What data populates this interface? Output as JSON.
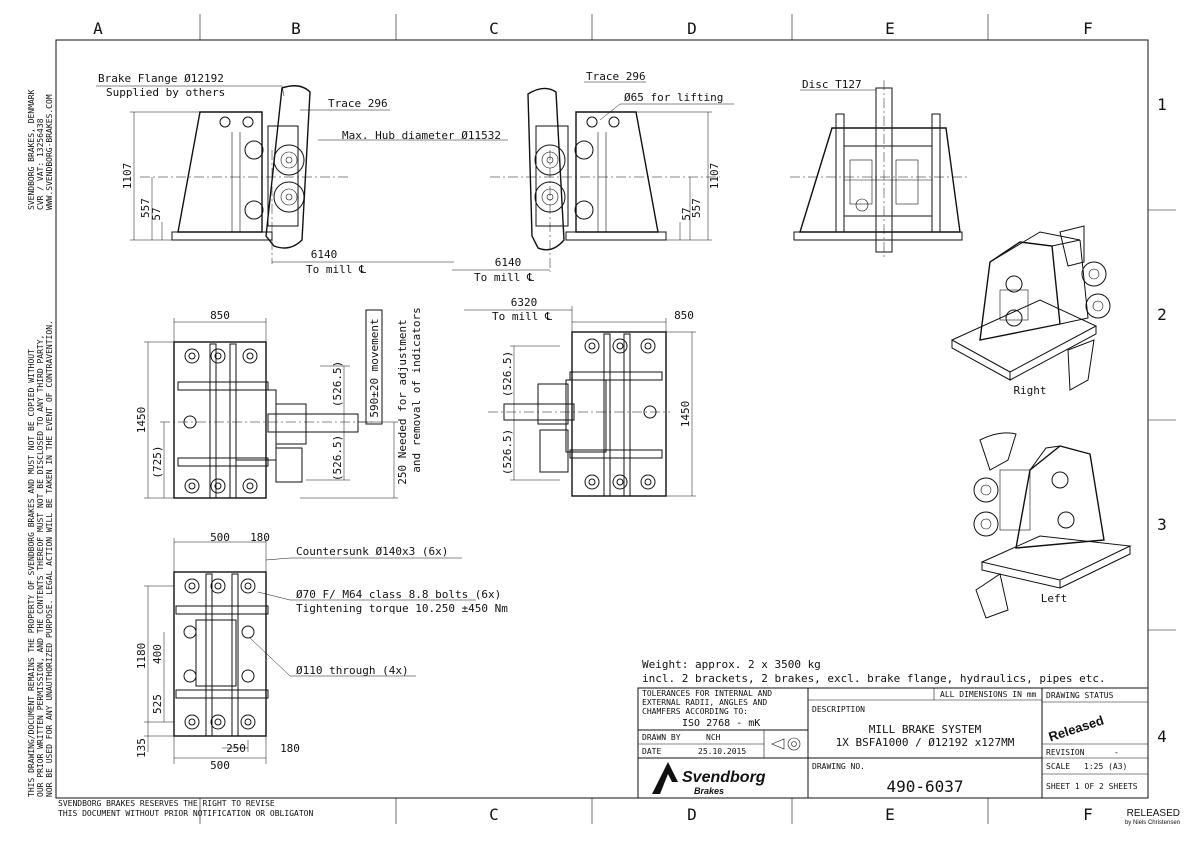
{
  "grid": {
    "columns": [
      "A",
      "B",
      "C",
      "D",
      "E",
      "F"
    ],
    "rows": [
      "1",
      "2",
      "3",
      "4"
    ]
  },
  "side_notes": {
    "company_lines": [
      "SVENDBORG BRAKES, DENMARK",
      "CVR / VAT: 13256438",
      "WWW.SVENDBORG-BRAKES.COM"
    ],
    "property_lines": [
      "THIS DRAWING/DOCUMENT REMAINS THE PROPERTY OF SVENDBORG BRAKES AND MUST NOT BE COPIED WITHOUT",
      "OUR PRIOR WRITTEN PERMISSION, AND THE CONTENTS THEREOF MUST NOT BE DISCLOSED TO ANY THIRD PARTY,",
      "NOR BE USED FOR ANY UNAUTHORIZED PURPOSE. LEGAL ACTION WILL BE TAKEN IN THE EVENT OF CONTRAVENTION."
    ]
  },
  "top_left_view": {
    "brake_flange": "Brake Flange Ø12192",
    "supplied": "Supplied by others",
    "trace": "Trace 296",
    "max_hub": "Max. Hub diameter Ø11532",
    "dim_height": "1107",
    "dim_557": "557",
    "dim_57": "57",
    "dim_6140": "6140",
    "to_mill": "To mill ℄"
  },
  "top_mid_view": {
    "trace": "Trace 296",
    "lifting": "Ø65 for lifting",
    "dim_height": "1107",
    "dim_557": "557",
    "dim_57": "57",
    "dim_6140": "6140",
    "to_mill": "To mill ℄"
  },
  "top_right_view": {
    "disc": "Disc T127"
  },
  "mid_left_view": {
    "dim_850": "850",
    "dim_1450": "1450",
    "dim_725": "(725)",
    "dim_5265a": "(526.5)",
    "dim_5265b": "(526.5)",
    "movement": "590±20 movement",
    "needed_1": "250 Needed for adjustment",
    "needed_2": "and removal of indicators"
  },
  "mid_right_view": {
    "dim_6320": "6320",
    "to_mill": "To mill ℄",
    "dim_850": "850",
    "dim_1450": "1450",
    "dim_5265a": "(526.5)",
    "dim_5265b": "(526.5)"
  },
  "bottom_view": {
    "dim_500_top": "500",
    "dim_180_top": "180",
    "countersunk": "Countersunk Ø140x3 (6x)",
    "bolts": "Ø70 F/ M64 class 8.8 bolts (6x)",
    "torque": "Tightening torque 10.250 ±450 Nm",
    "through": "Ø110 through (4x)",
    "dim_1180": "1180",
    "dim_400": "400",
    "dim_525": "525",
    "dim_135": "135",
    "dim_250": "250",
    "dim_180_bot": "180",
    "dim_500_bot": "500"
  },
  "iso_views": {
    "right_label": "Right",
    "left_label": "Left"
  },
  "weight": {
    "line1": "Weight: approx. 2 x 3500 kg",
    "line2": "incl. 2 brackets, 2 brakes, excl. brake flange, hydraulics, pipes etc."
  },
  "title_block": {
    "tol_1": "TOLERANCES FOR INTERNAL AND",
    "tol_2": "EXTERNAL RADII, ANGLES AND",
    "tol_3": "CHAMFERS ACCORDING TO:",
    "tol_iso": "ISO 2768 - mK",
    "all_dims": "ALL DIMENSIONS IN mm",
    "description_label": "DESCRIPTION",
    "description_1": "MILL BRAKE SYSTEM",
    "description_2": "1X BSFA1000 / Ø12192 x127MM",
    "drawn_by_label": "DRAWN BY",
    "drawn_by": "NCH",
    "date_label": "DATE",
    "date": "25.10.2015",
    "drawing_no_label": "DRAWING NO.",
    "drawing_no": "490-6037",
    "status_label": "DRAWING STATUS",
    "status_stamp": "Released",
    "revision_label": "REVISION",
    "revision": "-",
    "scale_label": "SCALE",
    "scale": "1:25 (A3)",
    "sheet": "SHEET 1 OF 2 SHEETS",
    "logo_main": "Svendborg",
    "logo_sub": "Brakes"
  },
  "footer": {
    "line1": "SVENDBORG BRAKES RESERVES THE RIGHT TO REVISE",
    "line2": "THIS DOCUMENT WITHOUT PRIOR NOTIFICATION OR OBLIGATON",
    "released": "RELEASED",
    "released_by": "by Niels Christensen"
  }
}
